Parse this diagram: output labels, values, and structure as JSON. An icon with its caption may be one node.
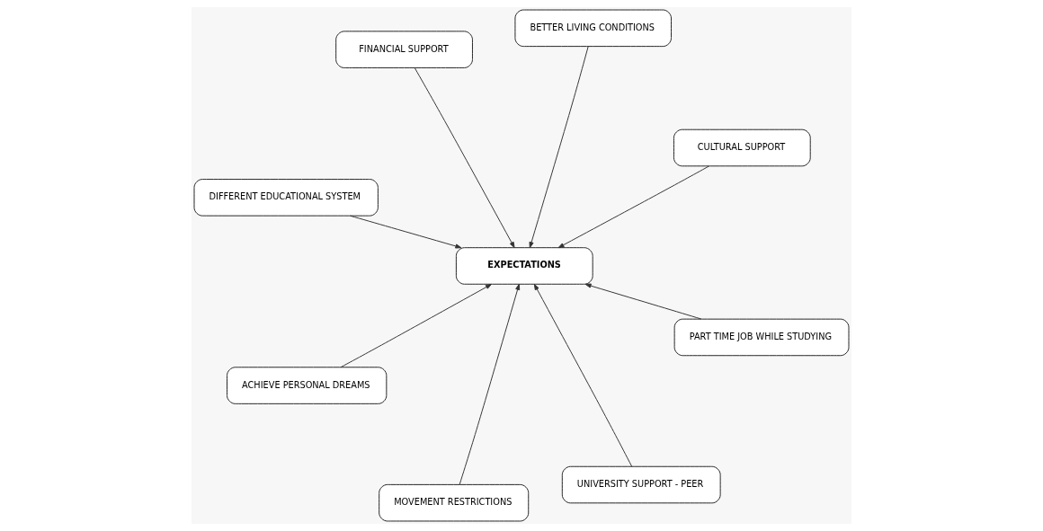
{
  "diagram": {
    "nodes": [
      {
        "text": [
          "DIFFERENT EDUCATIONAL SYSTEM"
        ]
      },
      {
        "text": [
          "CULTURAL SUPPORT"
        ]
      },
      {
        "text": [
          "UNIVERSITY SUPPORT - PEER"
        ]
      },
      {
        "text": [
          "BETTER LIVING CONDITIONS"
        ]
      },
      {
        "text": [
          "EXPECTATIONS"
        ]
      },
      {
        "text": [
          "FINANCIAL SUPPORT"
        ]
      },
      {
        "text": [
          "ACHIEVE PERSONAL DREAMS"
        ]
      },
      {
        "text": [
          "PART TIME JOB WHILE STUDYING"
        ]
      },
      {
        "text": [
          "MOVEMENT RESTRICTIONS"
        ]
      }
    ],
    "edges": [
      {
        "from": 0,
        "to": 4,
        "arrow": "to"
      },
      {
        "from": 1,
        "to": 4,
        "arrow": "to"
      },
      {
        "from": 2,
        "to": 4,
        "arrow": "to"
      },
      {
        "from": 3,
        "to": 4,
        "arrow": "to"
      },
      {
        "from": 5,
        "to": 4,
        "arrow": "to"
      },
      {
        "from": 6,
        "to": 4,
        "arrow": "to"
      },
      {
        "from": 7,
        "to": 4,
        "arrow": "to"
      },
      {
        "from": 8,
        "to": 4,
        "arrow": "to"
      }
    ]
  }
}
